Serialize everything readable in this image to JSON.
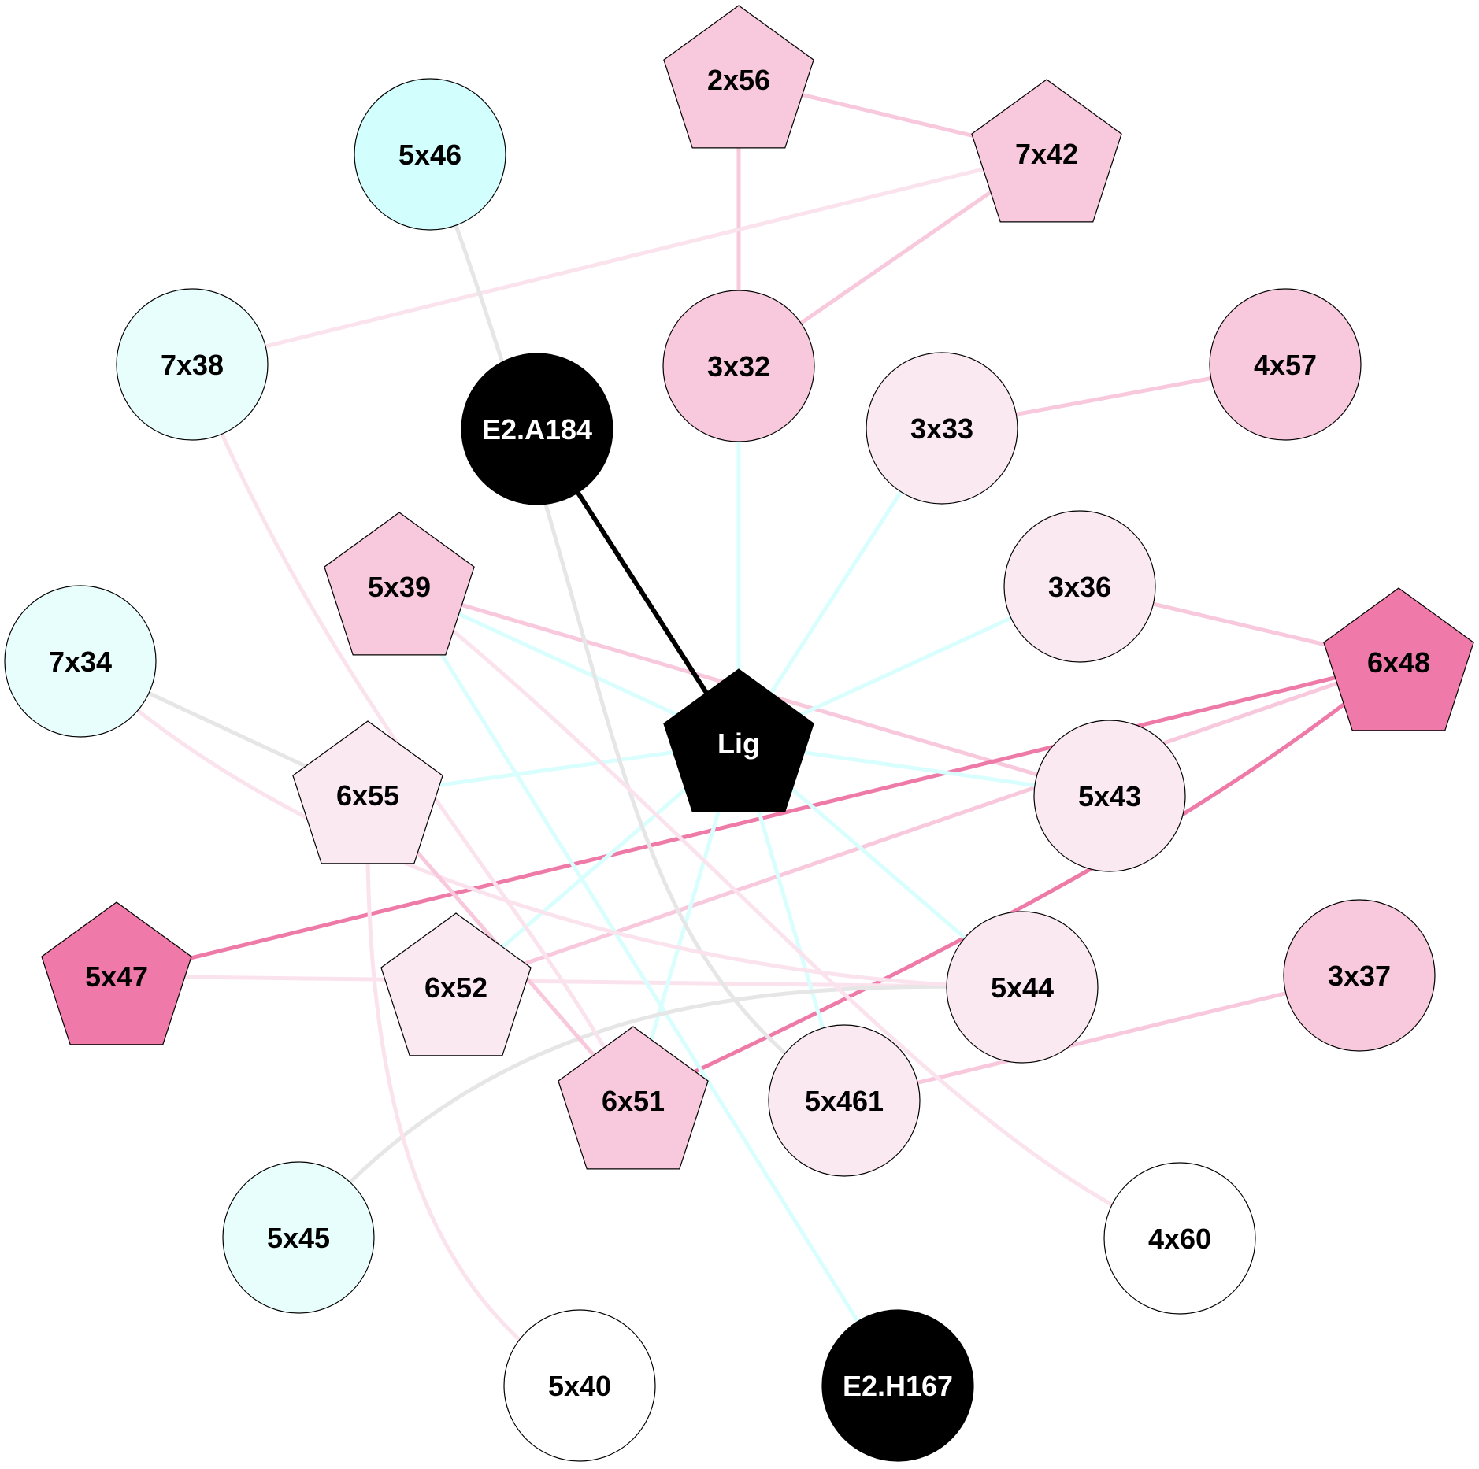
{
  "colors": {
    "black": "#000000",
    "white": "#ffffff",
    "pink_light": "#fbe9f2",
    "pink_medium": "#f8c8dd",
    "pink_dark": "#ef7aa9",
    "cyan_light": "#e8fefd",
    "cyan_medium": "#d2fffe",
    "edge_gray": "#e6e6e6",
    "edge_cyan": "#d8fffe",
    "edge_pink_faint": "#fbe3ee",
    "edge_pink": "#f8c8dd",
    "edge_pink_dark": "#ee7aa8"
  },
  "nodes": [
    {
      "id": "2x56",
      "label": "2x56",
      "shape": "pentagon",
      "fill": "pink_medium",
      "text": "black"
    },
    {
      "id": "7x42",
      "label": "7x42",
      "shape": "pentagon",
      "fill": "pink_medium",
      "text": "black"
    },
    {
      "id": "5x46",
      "label": "5x46",
      "shape": "circle",
      "fill": "cyan_medium",
      "text": "black"
    },
    {
      "id": "7x38",
      "label": "7x38",
      "shape": "circle",
      "fill": "cyan_light",
      "text": "black"
    },
    {
      "id": "3x32",
      "label": "3x32",
      "shape": "circle",
      "fill": "pink_medium",
      "text": "black"
    },
    {
      "id": "4x57",
      "label": "4x57",
      "shape": "circle",
      "fill": "pink_medium",
      "text": "black"
    },
    {
      "id": "E2.A184",
      "label": "E2.A184",
      "shape": "circle",
      "fill": "black",
      "text": "white"
    },
    {
      "id": "3x33",
      "label": "3x33",
      "shape": "circle",
      "fill": "pink_light",
      "text": "black"
    },
    {
      "id": "5x39",
      "label": "5x39",
      "shape": "pentagon",
      "fill": "pink_medium",
      "text": "black"
    },
    {
      "id": "3x36",
      "label": "3x36",
      "shape": "circle",
      "fill": "pink_light",
      "text": "black"
    },
    {
      "id": "7x34",
      "label": "7x34",
      "shape": "circle",
      "fill": "cyan_light",
      "text": "black"
    },
    {
      "id": "6x48",
      "label": "6x48",
      "shape": "pentagon",
      "fill": "pink_dark",
      "text": "black"
    },
    {
      "id": "Lig",
      "label": "Lig",
      "shape": "pentagon",
      "fill": "black",
      "text": "white"
    },
    {
      "id": "6x55",
      "label": "6x55",
      "shape": "pentagon",
      "fill": "pink_light",
      "text": "black"
    },
    {
      "id": "5x43",
      "label": "5x43",
      "shape": "circle",
      "fill": "pink_light",
      "text": "black"
    },
    {
      "id": "5x47",
      "label": "5x47",
      "shape": "pentagon",
      "fill": "pink_dark",
      "text": "black"
    },
    {
      "id": "6x52",
      "label": "6x52",
      "shape": "pentagon",
      "fill": "pink_light",
      "text": "black"
    },
    {
      "id": "5x44",
      "label": "5x44",
      "shape": "circle",
      "fill": "pink_light",
      "text": "black"
    },
    {
      "id": "3x37",
      "label": "3x37",
      "shape": "circle",
      "fill": "pink_medium",
      "text": "black"
    },
    {
      "id": "6x51",
      "label": "6x51",
      "shape": "pentagon",
      "fill": "pink_medium",
      "text": "black"
    },
    {
      "id": "5x461",
      "label": "5x461",
      "shape": "circle",
      "fill": "pink_light",
      "text": "black"
    },
    {
      "id": "5x45",
      "label": "5x45",
      "shape": "circle",
      "fill": "cyan_light",
      "text": "black"
    },
    {
      "id": "4x60",
      "label": "4x60",
      "shape": "circle",
      "fill": "white",
      "text": "black"
    },
    {
      "id": "5x40",
      "label": "5x40",
      "shape": "circle",
      "fill": "white",
      "text": "black"
    },
    {
      "id": "E2.H167",
      "label": "E2.H167",
      "shape": "circle",
      "fill": "black",
      "text": "white"
    }
  ],
  "edges": [
    {
      "from": "2x56",
      "to": "7x42",
      "color": "edge_pink"
    },
    {
      "from": "2x56",
      "to": "3x32",
      "color": "edge_pink"
    },
    {
      "from": "7x42",
      "to": "3x32",
      "color": "edge_pink"
    },
    {
      "from": "7x42",
      "to": "7x38",
      "color": "edge_pink_faint"
    },
    {
      "from": "3x33",
      "to": "4x57",
      "color": "edge_pink"
    },
    {
      "from": "3x36",
      "to": "6x48",
      "color": "edge_pink"
    },
    {
      "from": "5x39",
      "to": "5x43",
      "color": "edge_pink"
    },
    {
      "from": "5x47",
      "to": "6x48",
      "color": "edge_pink_dark"
    },
    {
      "from": "6x52",
      "to": "6x48",
      "color": "edge_pink"
    },
    {
      "from": "6x51",
      "to": "6x48",
      "color": "edge_pink_dark"
    },
    {
      "from": "5x47",
      "to": "5x44",
      "color": "edge_pink_faint"
    },
    {
      "from": "5x461",
      "to": "3x37",
      "color": "edge_pink"
    },
    {
      "from": "E2.A184",
      "to": "Lig",
      "color": "black"
    },
    {
      "from": "Lig",
      "to": "3x32",
      "color": "edge_cyan"
    },
    {
      "from": "Lig",
      "to": "3x33",
      "color": "edge_cyan"
    },
    {
      "from": "Lig",
      "to": "3x36",
      "color": "edge_cyan"
    },
    {
      "from": "Lig",
      "to": "5x43",
      "color": "edge_cyan"
    },
    {
      "from": "Lig",
      "to": "5x44",
      "color": "edge_cyan"
    },
    {
      "from": "Lig",
      "to": "6x55",
      "color": "edge_cyan"
    },
    {
      "from": "Lig",
      "to": "6x52",
      "color": "edge_cyan"
    },
    {
      "from": "Lig",
      "to": "6x51",
      "color": "edge_cyan"
    },
    {
      "from": "Lig",
      "to": "5x461",
      "color": "edge_cyan"
    },
    {
      "from": "Lig",
      "to": "5x39",
      "color": "edge_cyan"
    },
    {
      "from": "5x39",
      "to": "E2.H167",
      "color": "edge_cyan"
    },
    {
      "from": "5x46",
      "to": "5x461",
      "color": "edge_gray"
    },
    {
      "from": "7x34",
      "to": "6x55",
      "color": "edge_gray"
    },
    {
      "from": "5x45",
      "to": "5x44",
      "color": "edge_gray"
    },
    {
      "from": "7x38",
      "to": "6x51",
      "color": "edge_pink_faint"
    },
    {
      "from": "7x34",
      "to": "5x44",
      "color": "edge_pink_faint"
    },
    {
      "from": "6x55",
      "to": "5x40",
      "color": "edge_pink_faint"
    },
    {
      "from": "6x55",
      "to": "6x51",
      "color": "edge_pink"
    },
    {
      "from": "5x39",
      "to": "4x60",
      "color": "edge_pink_faint"
    }
  ]
}
